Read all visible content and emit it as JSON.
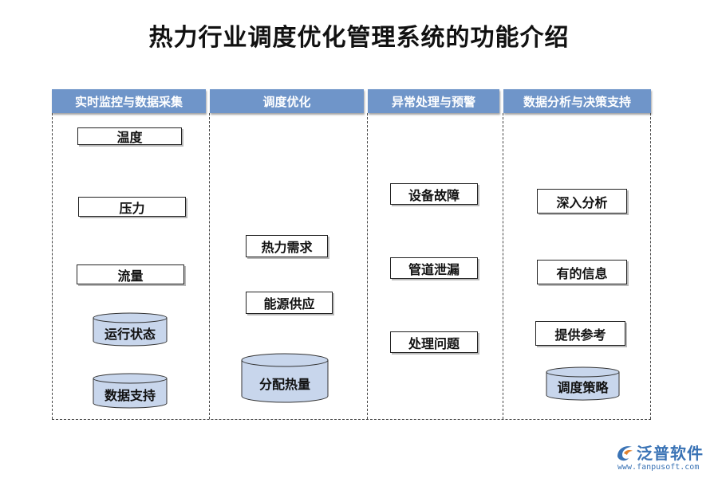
{
  "title": "热力行业调度优化管理系统的功能介绍",
  "columns": [
    {
      "header": "实时监控与数据采集",
      "boxes": [
        "温度",
        "压力",
        "流量"
      ],
      "cylinders": [
        "运行状态",
        "数据支持"
      ]
    },
    {
      "header": "调度优化",
      "boxes": [
        "热力需求",
        "能源供应"
      ],
      "cylinders": [
        "分配热量"
      ]
    },
    {
      "header": "异常处理与预警",
      "boxes": [
        "设备故障",
        "管道泄漏",
        "处理问题"
      ],
      "cylinders": []
    },
    {
      "header": "数据分析与决策支持",
      "boxes": [
        "深入分析",
        "有的信息",
        "提供参考"
      ],
      "cylinders": [
        "调度策略"
      ]
    }
  ],
  "logo": {
    "name": "泛普软件",
    "url": "www.fanpusoft.com"
  },
  "colors": {
    "header_bg": "#6f95c9",
    "cylinder_fill": "#c8d6ec",
    "logo": "#3a73b5"
  }
}
